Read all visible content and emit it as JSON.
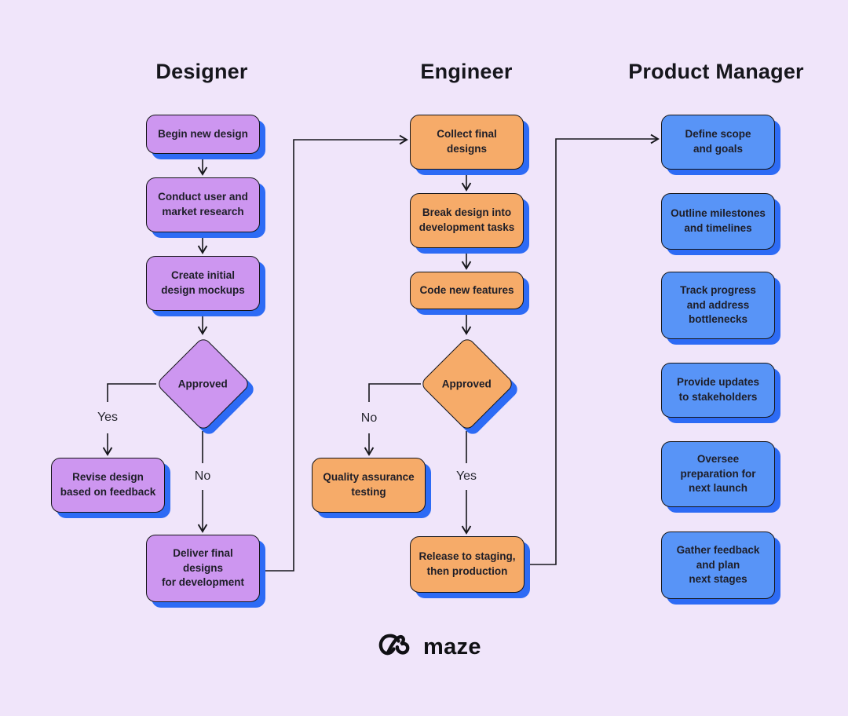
{
  "diagram": {
    "columns": [
      {
        "title": "Designer",
        "fill": "#CD96F0",
        "nodes": [
          "Begin new design",
          "Conduct user and\nmarket research",
          "Create initial\ndesign mockups",
          "Approved",
          "Revise design\nbased on feedback",
          "Deliver final\ndesigns\nfor development"
        ]
      },
      {
        "title": "Engineer",
        "fill": "#F6AB69",
        "nodes": [
          "Collect final\ndesigns",
          "Break design into\ndevelopment tasks",
          "Code new features",
          "Approved",
          "Quality assurance\ntesting",
          "Release to staging,\nthen production"
        ]
      },
      {
        "title": "Product Manager",
        "fill": "#5894F7",
        "nodes": [
          "Define scope\nand goals",
          "Outline milestones\nand timelines",
          "Track progress\nand address\nbottlenecks",
          "Provide updates\nto stakeholders",
          "Oversee\npreparation for\nnext launch",
          "Gather feedback\nand plan\nnext stages"
        ]
      }
    ],
    "branches": {
      "designer": {
        "left": "Yes",
        "down": "No"
      },
      "engineer": {
        "left": "No",
        "down": "Yes"
      }
    },
    "colors": {
      "background": "#F0E5FA",
      "designer_fill": "#CD96F0",
      "engineer_fill": "#F6AB69",
      "pm_fill": "#5894F7",
      "shadow": "#2D6BF5",
      "outline": "#141418",
      "connector": "#17171C",
      "text": "#1E1E28"
    }
  },
  "logo": {
    "wordmark": "maze"
  }
}
